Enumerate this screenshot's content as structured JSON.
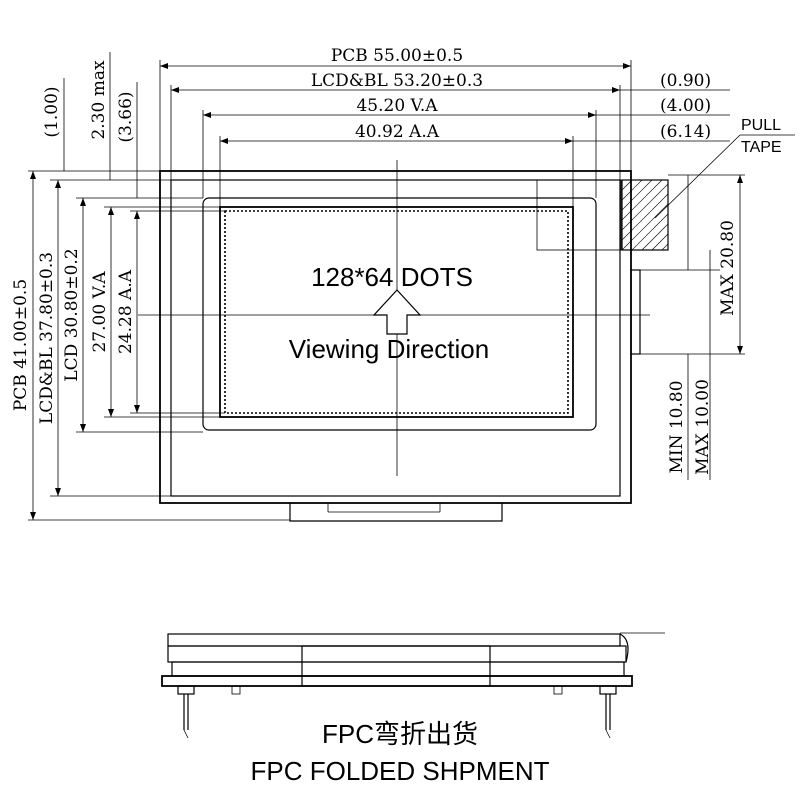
{
  "top_dims": {
    "pcb": "PCB 55.00±0.5",
    "lcd_bl": "LCD&BL 53.20±0.3",
    "va": "45.20 V.A",
    "aa": "40.92 A.A"
  },
  "right_dims": {
    "d1": "(0.90)",
    "d2": "(4.00)",
    "d3": "(6.14)",
    "pull": "PULL",
    "tape": "TAPE",
    "max_h": "MAX 20.80",
    "min_fpc": "MIN 10.80",
    "max_fpc": "MAX 10.00"
  },
  "left_dims": {
    "d100": "(1.00)",
    "d230": "2.30 max",
    "d366": "(3.66)",
    "pcb": "PCB 41.00±0.5",
    "lcd_bl": "LCD&BL 37.80±0.3",
    "lcd": "LCD 30.80±0.2",
    "va": "27.00 V.A",
    "aa": "24.28 A.A"
  },
  "center": {
    "dots": "128*64 DOTS",
    "viewing": "Viewing Direction"
  },
  "captions": {
    "cn": "FPC弯折出货",
    "en": "FPC FOLDED SHPMENT"
  }
}
